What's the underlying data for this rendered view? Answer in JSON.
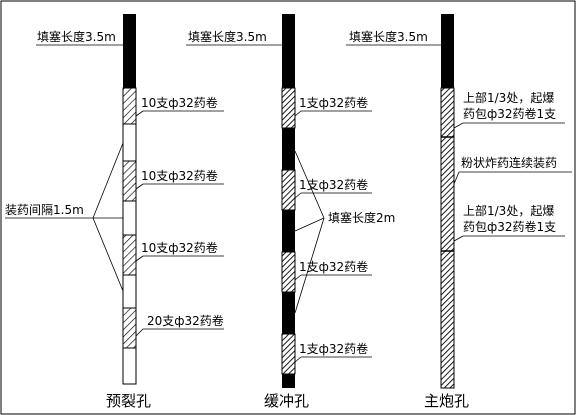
{
  "columns": {
    "presplit": {
      "title": "预裂孔",
      "stemming": "填塞长度3.5m",
      "charges": [
        "10支ф32药卷",
        "10支ф32药卷",
        "10支ф32药卷",
        "20支ф32药卷"
      ],
      "spacing": "装药间隔1.5m"
    },
    "buffer": {
      "title": "缓冲孔",
      "stemming": "填塞长度3.5m",
      "charges": [
        "1支ф32药卷",
        "1支ф32药卷",
        "1支ф32药卷",
        "1支ф32药卷"
      ],
      "gap_stemming": "填塞长度2m"
    },
    "main": {
      "title": "主炮孔",
      "stemming": "填塞长度3.5m",
      "primer_top": [
        "上部1/3处，起爆",
        "药包ф32药卷1支"
      ],
      "powder": "粉状炸药连续装药",
      "primer_bottom": [
        "上部1/3处，起爆",
        "药包ф32药卷1支"
      ]
    }
  },
  "colors": {
    "stroke": "#000000",
    "fill_stem": "#000000",
    "background": "#ffffff"
  }
}
